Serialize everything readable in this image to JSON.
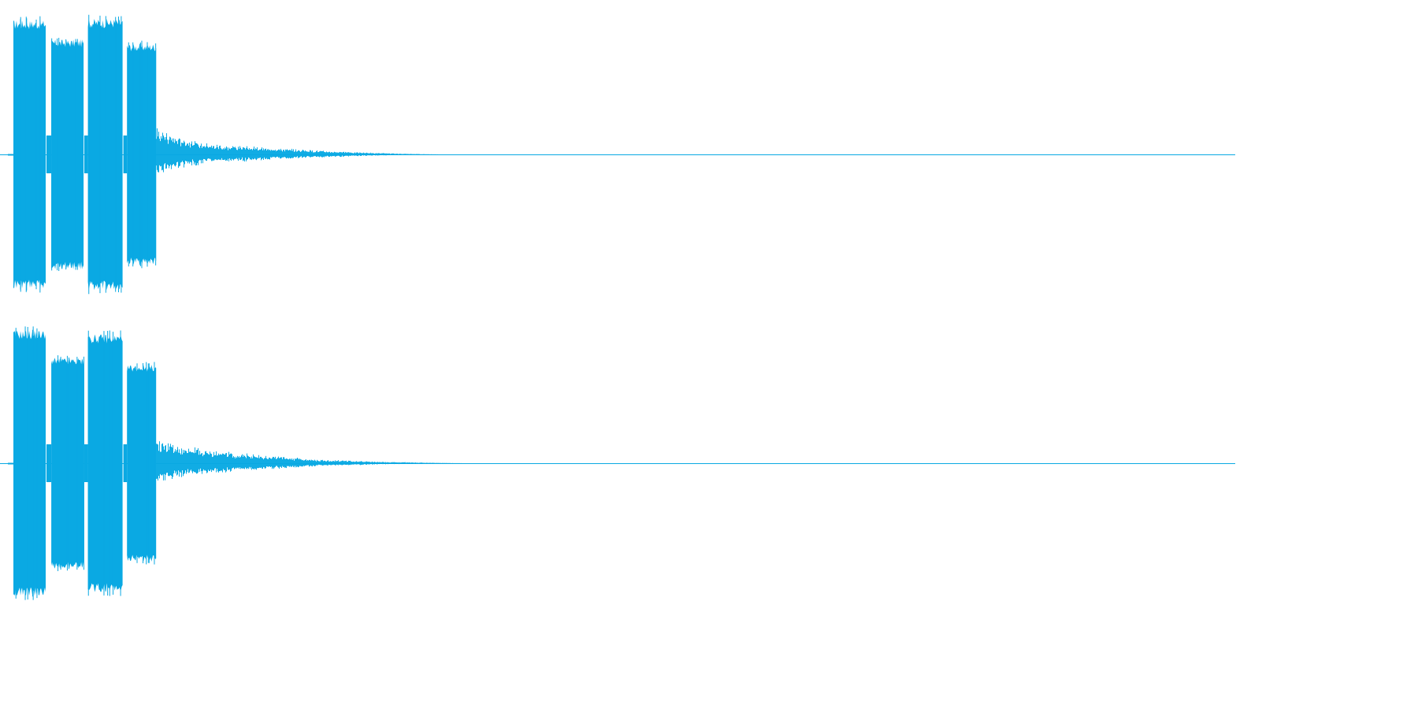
{
  "waveform": {
    "color": "#0aa9e3",
    "background": "#ffffff",
    "channels": [
      {
        "id": "left",
        "segments": [
          {
            "start": 0.0,
            "end": 0.027,
            "peak": 0.97
          },
          {
            "start": 0.031,
            "end": 0.058,
            "peak": 0.83
          },
          {
            "start": 0.061,
            "end": 0.09,
            "peak": 0.98
          },
          {
            "start": 0.093,
            "end": 0.117,
            "peak": 0.8
          }
        ],
        "tail": [
          {
            "t": 0.117,
            "amp": 0.17
          },
          {
            "t": 0.135,
            "amp": 0.12
          },
          {
            "t": 0.16,
            "amp": 0.07
          },
          {
            "t": 0.2,
            "amp": 0.05
          },
          {
            "t": 0.24,
            "amp": 0.03
          },
          {
            "t": 0.28,
            "amp": 0.015
          },
          {
            "t": 0.32,
            "amp": 0.004
          },
          {
            "t": 0.35,
            "amp": 0.0
          }
        ]
      },
      {
        "id": "right",
        "segments": [
          {
            "start": 0.0,
            "end": 0.027,
            "peak": 0.96
          },
          {
            "start": 0.031,
            "end": 0.058,
            "peak": 0.76
          },
          {
            "start": 0.061,
            "end": 0.09,
            "peak": 0.93
          },
          {
            "start": 0.093,
            "end": 0.117,
            "peak": 0.71
          }
        ],
        "tail": [
          {
            "t": 0.117,
            "amp": 0.16
          },
          {
            "t": 0.14,
            "amp": 0.11
          },
          {
            "t": 0.17,
            "amp": 0.08
          },
          {
            "t": 0.21,
            "amp": 0.05
          },
          {
            "t": 0.25,
            "amp": 0.025
          },
          {
            "t": 0.3,
            "amp": 0.01
          },
          {
            "t": 0.35,
            "amp": 0.002
          },
          {
            "t": 0.37,
            "amp": 0.0
          }
        ]
      }
    ]
  }
}
